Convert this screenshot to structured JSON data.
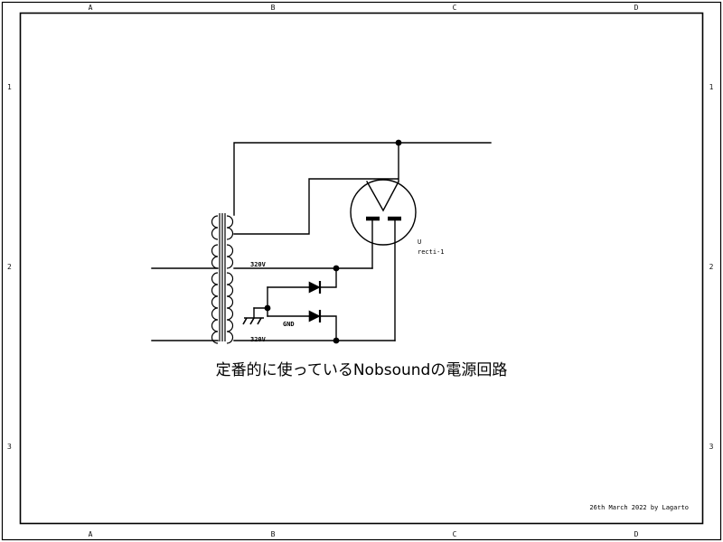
{
  "document": {
    "kind": "electronic-schematic",
    "title": "定番的に使っているNobsoundの電源回路",
    "credit": "26th March 2022 by Lagarto",
    "background_color": "#ffffff",
    "line_color": "#000000"
  },
  "frame": {
    "column_labels": [
      "A",
      "B",
      "C",
      "D"
    ],
    "row_labels": [
      "1",
      "2",
      "3"
    ]
  },
  "components": [
    {
      "id": "T1",
      "type": "transformer",
      "designator": "",
      "primary_taps": 2,
      "secondary_taps": 2
    },
    {
      "id": "U",
      "type": "rectifier-tube",
      "ref": "U",
      "value": "recti-1"
    },
    {
      "id": "D1",
      "type": "diode",
      "designator": ""
    },
    {
      "id": "D2",
      "type": "diode",
      "designator": ""
    }
  ],
  "net_labels": {
    "hv_top": "320V",
    "hv_bottom": "320V",
    "ground": "GND"
  },
  "tube": {
    "ref_designator": "U",
    "ref_value": "recti-1"
  }
}
